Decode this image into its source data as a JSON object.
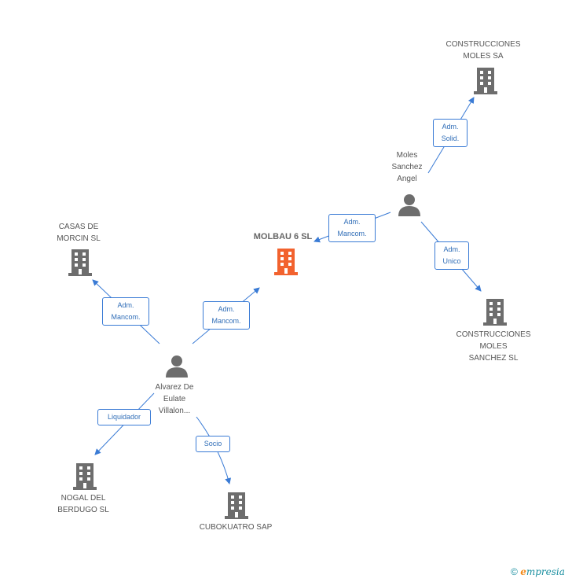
{
  "nodes": {
    "molbau": {
      "label": "MOLBAU 6 SL",
      "icon": "building-icon",
      "color": "#f2622e"
    },
    "construcciones_moles_sa": {
      "line1": "CONSTRUCCIONES",
      "line2": "MOLES SA",
      "icon": "building-icon"
    },
    "moles_sanchez_angel": {
      "line1": "Moles",
      "line2": "Sanchez",
      "line3": "Angel",
      "icon": "person-icon"
    },
    "casas_de_morcin": {
      "line1": "CASAS DE",
      "line2": "MORCIN SL",
      "icon": "building-icon"
    },
    "construcciones_moles_sanchez": {
      "line1": "CONSTRUCCIONES",
      "line2": "MOLES",
      "line3": "SANCHEZ SL",
      "icon": "building-icon"
    },
    "alvarez": {
      "line1": "Alvarez De",
      "line2": "Eulate",
      "line3": "Villalon...",
      "icon": "person-icon"
    },
    "nogal": {
      "line1": "NOGAL DEL",
      "line2": "BERDUGO SL",
      "icon": "building-icon"
    },
    "cubokuatro": {
      "label": "CUBOKUATRO SAP",
      "icon": "building-icon"
    }
  },
  "edges": {
    "adm_solid": {
      "line1": "Adm.",
      "line2": "Solid."
    },
    "adm_mancom_moles": {
      "line1": "Adm.",
      "line2": "Mancom."
    },
    "adm_unico": {
      "line1": "Adm.",
      "line2": "Unico"
    },
    "adm_mancom_casas": {
      "line1": "Adm.",
      "line2": "Mancom."
    },
    "adm_mancom_alvarez": {
      "line1": "Adm.",
      "line2": "Mancom."
    },
    "liquidador": {
      "label": "Liquidador"
    },
    "socio": {
      "label": "Socio"
    }
  },
  "footer": {
    "copyright": "©",
    "brand_e": "e",
    "brand_rest": "mpresia"
  },
  "colors": {
    "edge": "#3a7bd5",
    "building": "#6d6d6d",
    "highlight": "#f2622e",
    "person": "#6d6d6d"
  }
}
